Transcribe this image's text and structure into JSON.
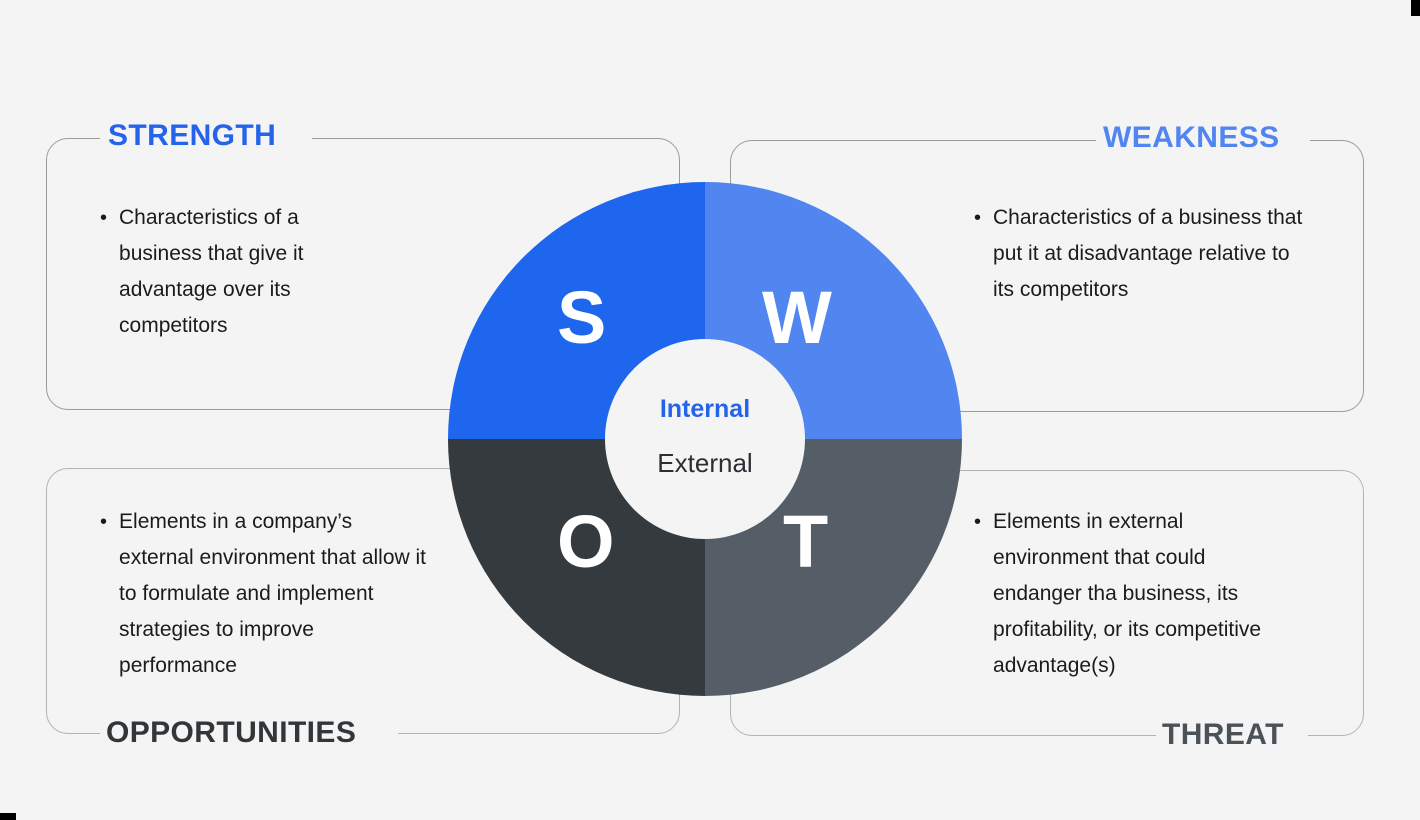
{
  "page": {
    "background_color": "#f4f4f4",
    "title": "SWOT Analysis Diagram"
  },
  "colors": {
    "strength_blue": "#1f66ef",
    "weakness_blue": "#5185ef",
    "opportunities_dark": "#343a3e",
    "threat_gray": "#555e66",
    "center_circle": "#f4f4f4",
    "accent_blue": "#2563eb",
    "border_gray": "#9b9b9b",
    "body_text": "#1b1b1b"
  },
  "center": {
    "internal_label": "Internal",
    "external_label": "External"
  },
  "quadrants": [
    {
      "key": "strength",
      "title": "STRENGTH",
      "letter": "S",
      "title_color": "#2563eb",
      "segment_color": "#1f66ef",
      "bullet_marker": "•",
      "body": "Characteristics of a business that give it advantage over its competitors"
    },
    {
      "key": "weakness",
      "title": "WEAKNESS",
      "letter": "W",
      "title_color": "#5185ef",
      "segment_color": "#5185ef",
      "bullet_marker": "•",
      "body": "Characteristics of a business that put it at disadvantage relative to its competitors"
    },
    {
      "key": "opportunities",
      "title": "OPPORTUNITIES",
      "letter": "O",
      "title_color": "#323639",
      "segment_color": "#343a3e",
      "bullet_marker": "•",
      "body": "Elements in a company’s external environment that allow it to formulate and implement strategies to improve performance"
    },
    {
      "key": "threat",
      "title": "THREAT",
      "letter": "T",
      "title_color": "#4a5157",
      "segment_color": "#555e66",
      "bullet_marker": "•",
      "body": "Elements in external environment that could endanger tha business, its profitability, or its competitive advantage(s)"
    }
  ]
}
